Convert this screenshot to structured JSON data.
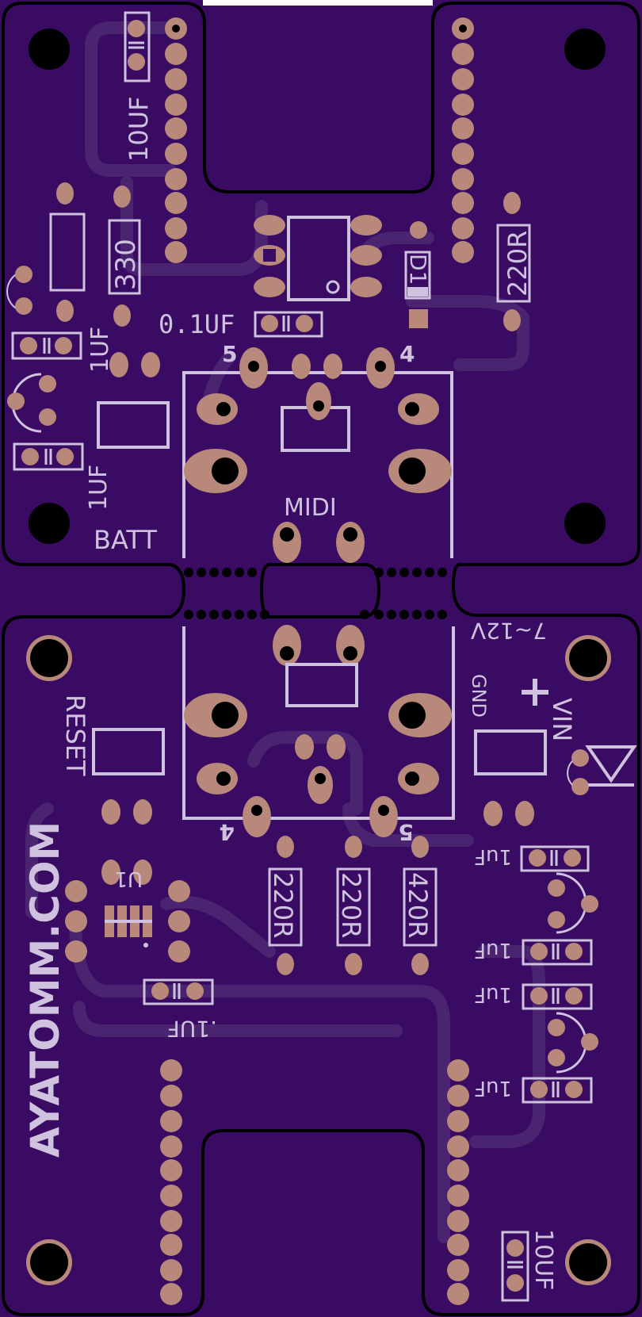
{
  "board": {
    "colors": {
      "substrate": "#3a0b63",
      "copper_trace": "#4a2470",
      "silkscreen": "#cfc2df",
      "pad": "#b8897a",
      "hole": "#000000",
      "outline": "#000000"
    },
    "top_labels": {
      "cap_10uf": "10UF",
      "res_330": "330",
      "cap_01uf": "0.1UF",
      "cap_1uf_a": "1UF",
      "cap_1uf_b": "1UF",
      "d1": "D1",
      "res_220r": "220R",
      "pin5": "5",
      "pin4": "4",
      "midi": "MIDI",
      "batt": "BATT"
    },
    "bottom_labels": {
      "voltage": "7~12V",
      "gnd": "GND",
      "plus": "+",
      "vin": "VIN",
      "reset": "RESET",
      "pin4": "4",
      "pin5": "5",
      "res_a": "220R",
      "res_b": "220R",
      "res_c": "420R",
      "u1": "U1",
      "cap_01uf": ".1UF",
      "cap_1uf_1": "1uF",
      "cap_1uf_2": "1uF",
      "cap_1uf_3": "1uF",
      "cap_1uf_4": "1uF",
      "cap_10uf": "10UF",
      "brand": "AYATOMM.COM"
    }
  }
}
